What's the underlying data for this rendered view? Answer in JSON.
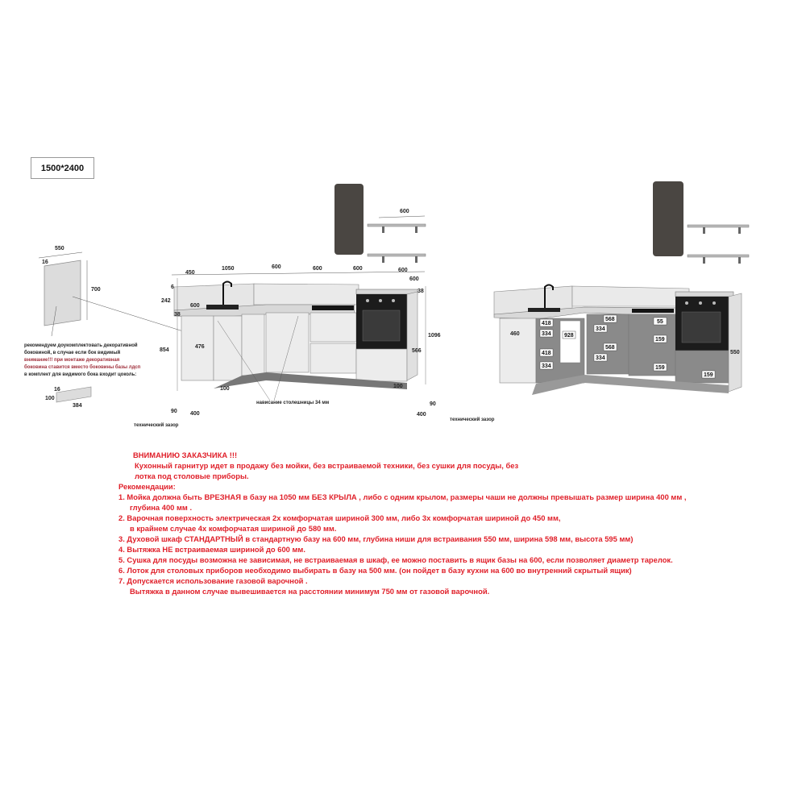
{
  "size_label": "1500*2400",
  "side_panel": {
    "dims": [
      "550",
      "16",
      "700"
    ],
    "note_lines": [
      "рекомендуем доукомплектовать декоративной",
      "боковиной, в случае если бок видимый"
    ],
    "warning_lines": [
      "внимание!!! при монтаже декоративная",
      "боковина ставится вместо боковины базы лдсп"
    ],
    "plinth_note": "в комплект для видимого бока входит цоколь:",
    "plinth_dims": [
      "16",
      "100",
      "384"
    ]
  },
  "front_view": {
    "top_dims": [
      "450",
      "1050",
      "600",
      "600",
      "600",
      "600"
    ],
    "shelf_dim": "600",
    "dims": [
      "6",
      "242",
      "600",
      "38",
      "854",
      "476",
      "100",
      "90",
      "400",
      "600",
      "38",
      "1096",
      "566",
      "100",
      "90",
      "400"
    ],
    "overhang_label": "нависание столешницы 34 мм",
    "gap_label": "технический зазор"
  },
  "open_view": {
    "dims": [
      "460",
      "418",
      "334",
      "418",
      "334",
      "928",
      "568",
      "334",
      "568",
      "334",
      "55",
      "159",
      "159",
      "159",
      "550"
    ]
  },
  "notes": {
    "heading": "ВНИМАНИЮ ЗАКАЗЧИКА !!!",
    "intro": [
      "Кухонный гарнитур идет в продажу без мойки, без встраиваемой техники, без сушки для посуды, без",
      "лотка под столовые приборы."
    ],
    "rec_title": "Рекомендации:",
    "items": [
      "1.  Мойка должна быть ВРЕЗНАЯ в базу на 1050 мм БЕЗ КРЫЛА , либо с одним крылом, размеры чаши  не должны превышать размер ширина  400  мм ,",
      "глубина  400 мм .",
      "2.  Варочная поверхность электрическая 2х комфорчатая  шириной 300 мм, либо 3х комфорчатая шириной до 450 мм,",
      "в крайнем случае 4х комфорчатая шириной до 580 мм.",
      "3.  Духовой шкаф СТАНДАРТНЫЙ в стандартную базу на 600 мм, глубина ниши для встраивания 550 мм, ширина 598 мм, высота 595 мм)",
      "4.  Вытяжка НЕ встраиваемая шириной до 600 мм.",
      "5.  Сушка для посуды  возможна не зависимая, не встраиваемая в шкаф, ее можно поставить в ящик базы на 600, если позволяет диаметр тарелок.",
      "6.  Лоток для столовых приборов необходимо выбирать в базу на 500 мм. (он пойдет в базу кухни на 600 во внутренний скрытый ящик)",
      "7.  Допускается использование газовой варочной .",
      "Вытяжка в данном случае вывешивается на расстоянии минимум  750 мм от  газовой варочной."
    ]
  },
  "colors": {
    "notes_red": "#e0202a",
    "warning_red": "#a0303c",
    "cabinet": "#e4e4e4",
    "hood": "#4a4642",
    "oven": "#1c1c1c"
  }
}
